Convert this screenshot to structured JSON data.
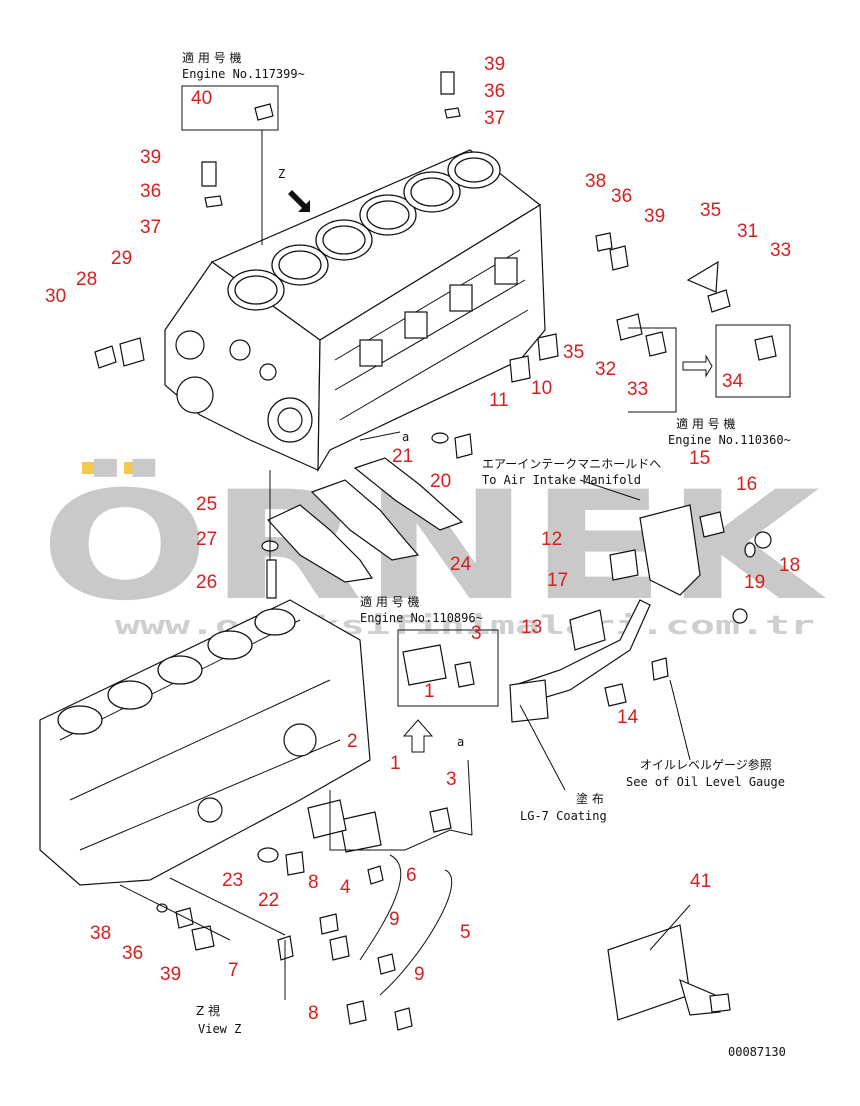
{
  "watermark": {
    "brand": "ÖRNEK",
    "url": "www.orneksifinimalari.com.tr",
    "brand_color": "#c9c9c9",
    "accent_color": "#f2c94c"
  },
  "notes": {
    "engine_117399": {
      "jp": "適 用 号 機",
      "en": "Engine No.117399~"
    },
    "engine_110360": {
      "jp": "適 用 号 機",
      "en": "Engine No.110360~"
    },
    "engine_110896": {
      "jp": "適 用 号 機",
      "en": "Engine No.110896~"
    },
    "air_intake": {
      "jp": "エアーインテークマニホールドへ",
      "en": "To Air Intake Manifold"
    },
    "oil_gauge": {
      "jp": "オイルレベルゲージ参照",
      "en": "See of Oil Level Gauge"
    },
    "coating": {
      "jp": "塗 布",
      "en": "LG-7 Coating"
    },
    "view_z": {
      "jp": "Z 視",
      "en": "View Z"
    },
    "z_marker": "Z",
    "a_marker_1": "a",
    "a_marker_2": "a",
    "drawing_no": "00087130"
  },
  "callouts": {
    "c40": "40",
    "c39a": "39",
    "c36a": "36",
    "c37a": "37",
    "c39b": "39",
    "c36b": "36",
    "c37b": "37",
    "c29": "29",
    "c28": "28",
    "c30": "30",
    "c38a": "38",
    "c36c": "36",
    "c39c": "39",
    "c35a": "35",
    "c31": "31",
    "c33a": "33",
    "c35b": "35",
    "c32": "32",
    "c33b": "33",
    "c34": "34",
    "c11": "11",
    "c10": "10",
    "c21": "21",
    "c20": "20",
    "c25": "25",
    "c27": "27",
    "c26": "26",
    "c24": "24",
    "c15": "15",
    "c16": "16",
    "c12": "12",
    "c17": "17",
    "c13": "13",
    "c18": "18",
    "c19": "19",
    "c14": "14",
    "c3a": "3",
    "c1a": "1",
    "c2": "2",
    "c1b": "1",
    "c3b": "3",
    "c23": "23",
    "c22": "22",
    "c4": "4",
    "c6": "6",
    "c5": "5",
    "c8a": "8",
    "c9a": "9",
    "c9b": "9",
    "c7": "7",
    "c8b": "8",
    "c38b": "38",
    "c36d": "36",
    "c39d": "39",
    "c41": "41"
  }
}
